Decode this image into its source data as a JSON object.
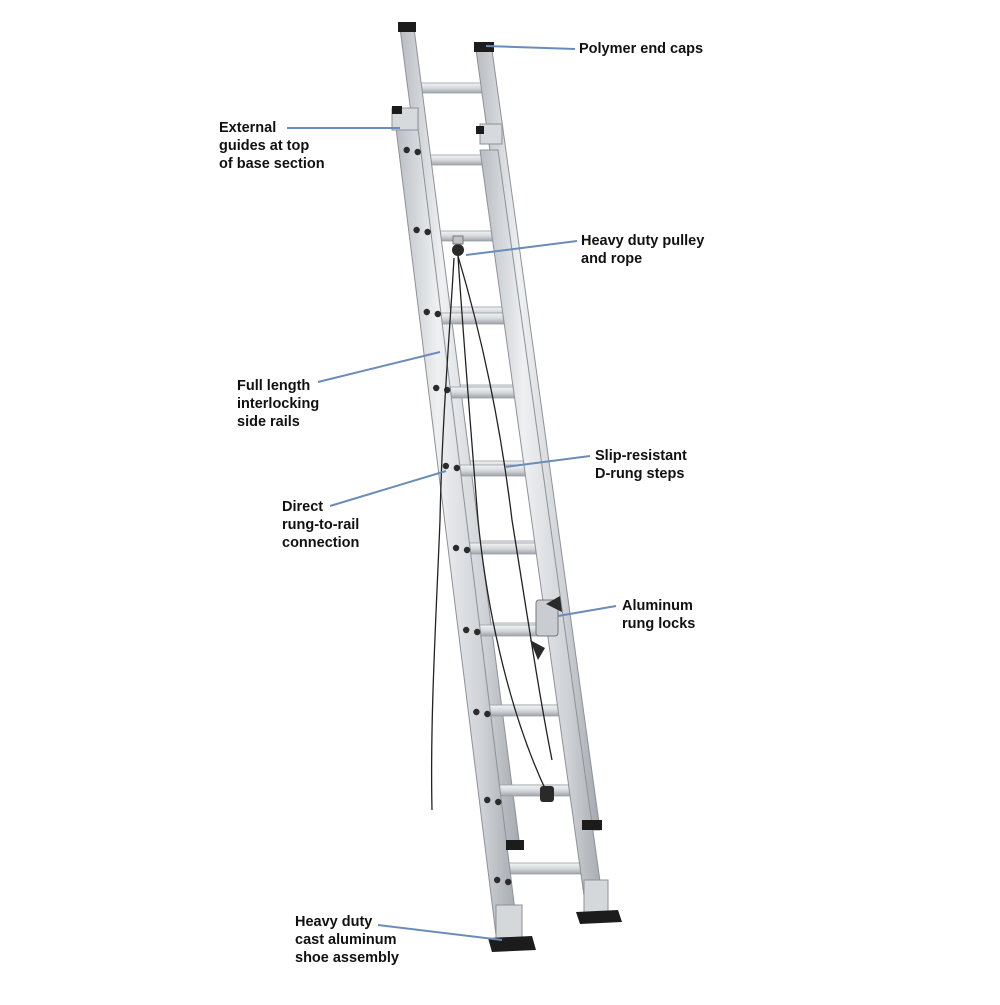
{
  "callouts": [
    {
      "id": "polymer-end-caps",
      "lines": [
        "Polymer end caps"
      ]
    },
    {
      "id": "external-guides",
      "lines": [
        "External",
        "guides at top",
        "of base section"
      ]
    },
    {
      "id": "pulley-rope",
      "lines": [
        "Heavy duty pulley",
        "and rope"
      ]
    },
    {
      "id": "side-rails",
      "lines": [
        "Full length",
        "interlocking",
        "side rails"
      ]
    },
    {
      "id": "d-rung-steps",
      "lines": [
        "Slip-resistant",
        "D-rung steps"
      ]
    },
    {
      "id": "rung-to-rail",
      "lines": [
        "Direct",
        "rung-to-rail",
        "connection"
      ]
    },
    {
      "id": "rung-locks",
      "lines": [
        "Aluminum",
        "rung locks"
      ]
    },
    {
      "id": "shoe-assembly",
      "lines": [
        "Heavy duty",
        "cast aluminum",
        "shoe assembly"
      ]
    }
  ],
  "colors": {
    "leader": "#6b8cb8",
    "text": "#111111",
    "aluminum": "#d3d6da",
    "aluminum_dark": "#a9aeb4",
    "aluminum_light": "#eef0f2",
    "black_part": "#1c1c1c",
    "rope": "#222222"
  }
}
